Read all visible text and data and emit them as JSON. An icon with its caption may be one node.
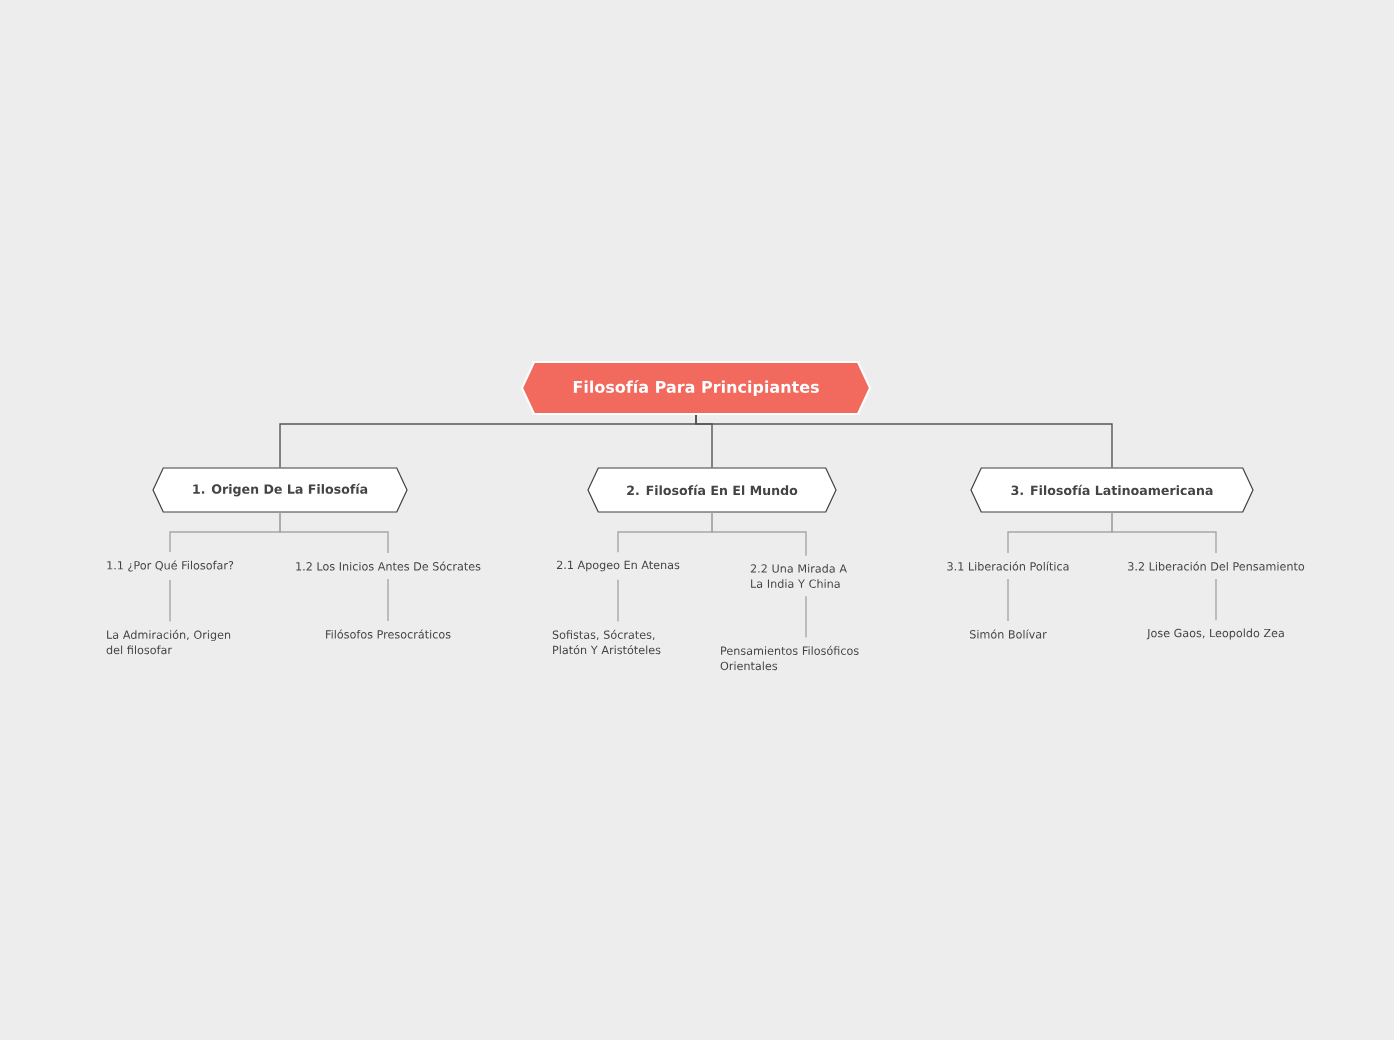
{
  "diagram": {
    "nodes": [
      {
        "text": [
          "Filosofía Para Principiantes"
        ]
      },
      {
        "text": [
          "1. Origen De La Filosofía"
        ]
      },
      {
        "text": [
          "1.1 ¿Por Qué Filosofar?"
        ]
      },
      {
        "text": [
          "La Admiración, Origen del filosofar"
        ]
      },
      {
        "text": [
          "1.2 Los Inicios Antes De Sócrates"
        ]
      },
      {
        "text": [
          "Filósofos Presocráticos"
        ]
      },
      {
        "text": [
          "2. Filosofía En El Mundo"
        ]
      },
      {
        "text": [
          "2.1 Apogeo En Atenas"
        ]
      },
      {
        "text": [
          "Sofistas, Sócrates, Platón Y Aristóteles"
        ]
      },
      {
        "text": [
          "2.2 Una Mirada A La India Y China"
        ]
      },
      {
        "text": [
          "Pensamientos Filosóficos Orientales"
        ]
      },
      {
        "text": [
          "3. Filosofía Latinoamericana"
        ]
      },
      {
        "text": [
          "3.1 Liberación Política"
        ]
      },
      {
        "text": [
          "Simón Bolívar"
        ]
      },
      {
        "text": [
          "3.2 Liberación Del Pensamiento"
        ]
      },
      {
        "text": [
          "Jose Gaos, Leopoldo Zea"
        ]
      }
    ],
    "edges": [
      {
        "from": 0,
        "to": 1,
        "arrow": "none",
        "color": "#555555"
      },
      {
        "from": 0,
        "to": 6,
        "arrow": "none",
        "color": "#555555"
      },
      {
        "from": 0,
        "to": 11,
        "arrow": "none",
        "color": "#555555"
      },
      {
        "from": 1,
        "to": 2,
        "arrow": "none"
      },
      {
        "from": 1,
        "to": 4,
        "arrow": "none"
      },
      {
        "from": 2,
        "to": 3,
        "arrow": "none"
      },
      {
        "from": 4,
        "to": 5,
        "arrow": "none"
      },
      {
        "from": 6,
        "to": 7,
        "arrow": "none"
      },
      {
        "from": 6,
        "to": 9,
        "arrow": "none"
      },
      {
        "from": 7,
        "to": 8,
        "arrow": "none"
      },
      {
        "from": 9,
        "to": 10,
        "arrow": "none"
      },
      {
        "from": 11,
        "to": 12,
        "arrow": "none"
      },
      {
        "from": 11,
        "to": 14,
        "arrow": "none"
      },
      {
        "from": 12,
        "to": 13,
        "arrow": "none"
      },
      {
        "from": 14,
        "to": 15,
        "arrow": "none"
      }
    ]
  }
}
